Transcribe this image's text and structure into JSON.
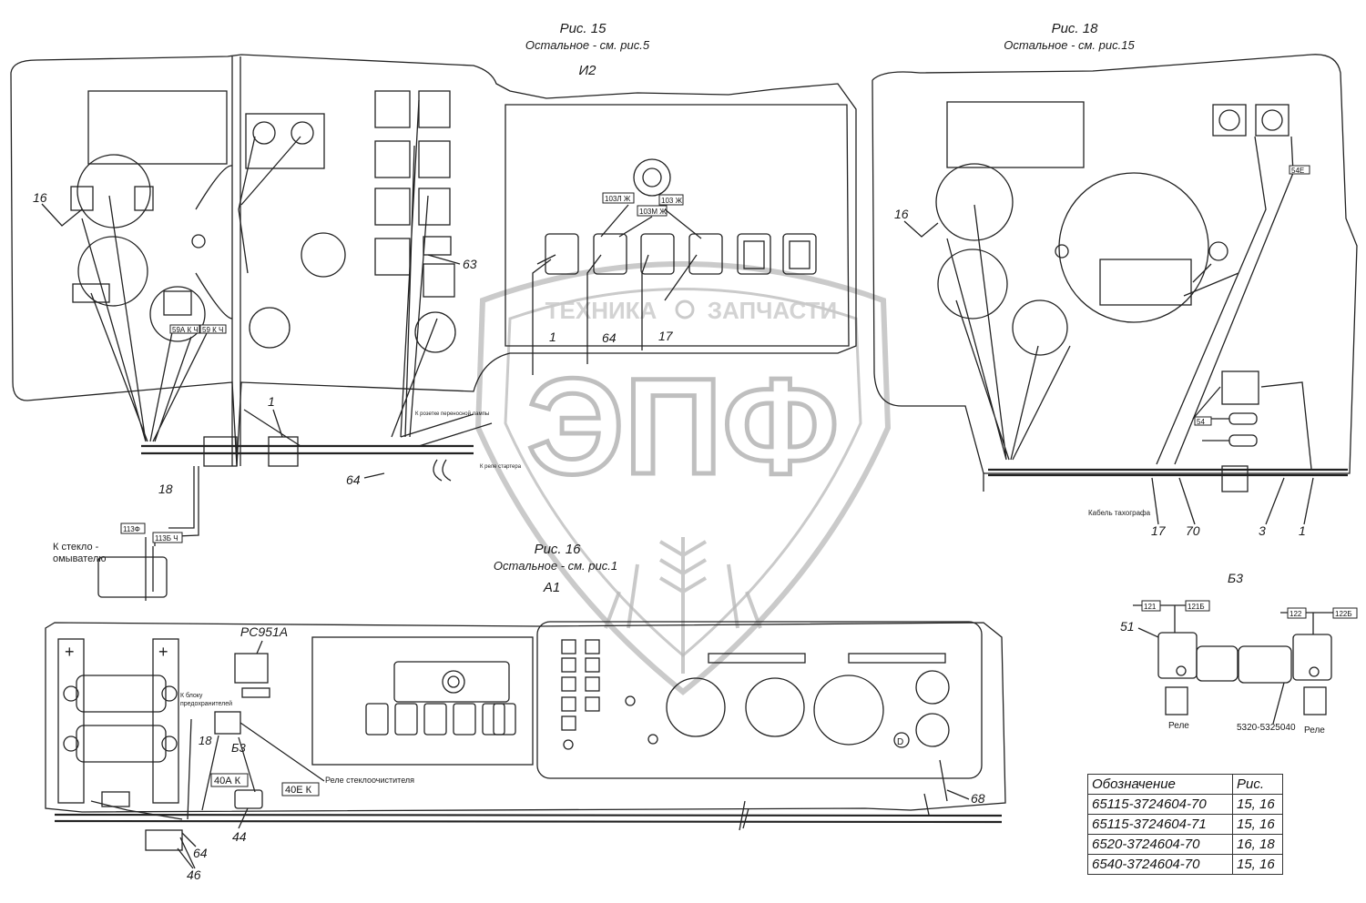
{
  "figures": {
    "fig15": {
      "title": "Рис. 15",
      "subtitle": "Остальное - см. рис.5",
      "view_label": "И2"
    },
    "fig18": {
      "title": "Рис. 18",
      "subtitle": "Остальное - см. рис.15"
    },
    "fig16": {
      "title": "Рис. 16",
      "subtitle": "Остальное - см. рис.1",
      "view_label": "А1"
    }
  },
  "callouts": {
    "n16a": "16",
    "n18": "18",
    "n1a": "1",
    "n64a": "64",
    "n63": "63",
    "n1b": "1",
    "n64b": "64",
    "n17a": "17",
    "n16b": "16",
    "n17b": "17",
    "n70": "70",
    "n3": "3",
    "n1c": "1",
    "n51": "51",
    "n18b": "18",
    "n44": "44",
    "n64c": "64",
    "n46": "46",
    "n68": "68"
  },
  "labels": {
    "washer": "К стекло -\nомывателю",
    "reverse_lamp": "К розетке переносной лампы",
    "starter_relay": "К реле стартера",
    "tacho_cable": "Кабель тахографа",
    "fuse_block": "К блоку предохранителей",
    "wiper_relay": "Реле стеклоочистителя",
    "rc951a": "РС951А",
    "b3_center": "Б3",
    "b3_right": "Б3",
    "relay_left": "Реле",
    "relay_right": "Реле",
    "part_no": "5320-5325040"
  },
  "wire_tags": {
    "w113f": "113Ф",
    "w113b": "113Б Ч",
    "w103lzh": "103Л Ж",
    "w103m": "103М Ж",
    "w103zh": "103 Ж",
    "w40ak": "40А К",
    "w40ek": "40Е К",
    "w121": "121",
    "w121b": "121Б",
    "w122": "122",
    "w122b": "122Б",
    "w59ak": "59А К Ч",
    "w59k": "59 К Ч",
    "w54k": "54",
    "w54e": "54Е"
  },
  "watermark": {
    "logo": "ЭПФ",
    "band_left": "ТЕХНИКА",
    "band_right": "ЗАПЧАСТИ"
  },
  "table": {
    "headers": [
      "Обозначение",
      "Рис."
    ],
    "rows": [
      [
        "65115-3724604-70",
        "15, 16"
      ],
      [
        "65115-3724604-71",
        "15, 16"
      ],
      [
        "6520-3724604-70",
        "16, 18"
      ],
      [
        "6540-3724604-70",
        "15, 16"
      ]
    ]
  }
}
